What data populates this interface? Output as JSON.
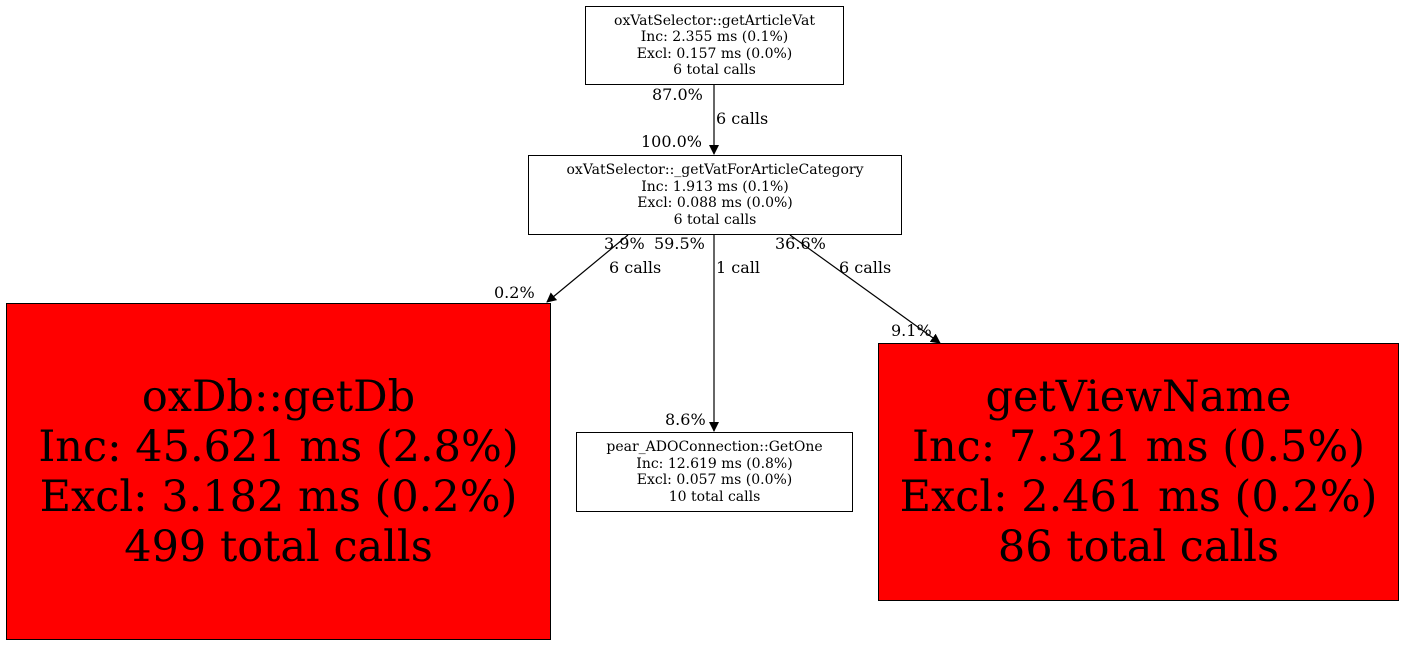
{
  "graph": {
    "nodes": {
      "n1": {
        "title": "oxVatSelector::getArticleVat",
        "inc": "Inc: 2.355 ms (0.1%)",
        "excl": "Excl: 0.157 ms (0.0%)",
        "calls": "6 total calls"
      },
      "n2": {
        "title": "oxVatSelector::_getVatForArticleCategory",
        "inc": "Inc: 1.913 ms (0.1%)",
        "excl": "Excl: 0.088 ms (0.0%)",
        "calls": "6 total calls"
      },
      "n3": {
        "title": "oxDb::getDb",
        "inc": "Inc: 45.621 ms (2.8%)",
        "excl": "Excl: 3.182 ms (0.2%)",
        "calls": "499 total calls",
        "fill": "#ff0000"
      },
      "n4": {
        "title": "pear_ADOConnection::GetOne",
        "inc": "Inc: 12.619 ms (0.8%)",
        "excl": "Excl: 0.057 ms (0.0%)",
        "calls": "10 total calls"
      },
      "n5": {
        "title": "getViewName",
        "inc": "Inc: 7.321 ms (0.5%)",
        "excl": "Excl: 2.461 ms (0.2%)",
        "calls": "86 total calls",
        "fill": "#ff0000"
      }
    },
    "edges": {
      "e12": {
        "from": "n1",
        "to": "n2",
        "tail_pct": "87.0%",
        "calls": "6 calls",
        "head_pct": "100.0%"
      },
      "e23": {
        "from": "n2",
        "to": "n3",
        "tail_pct": "3.9%",
        "calls": "6 calls",
        "head_pct": "0.2%"
      },
      "e24": {
        "from": "n2",
        "to": "n4",
        "tail_pct": "59.5%",
        "calls": "1 call",
        "head_pct": "8.6%"
      },
      "e25": {
        "from": "n2",
        "to": "n5",
        "tail_pct": "36.6%",
        "calls": "6 calls",
        "head_pct": "9.1%"
      }
    }
  }
}
